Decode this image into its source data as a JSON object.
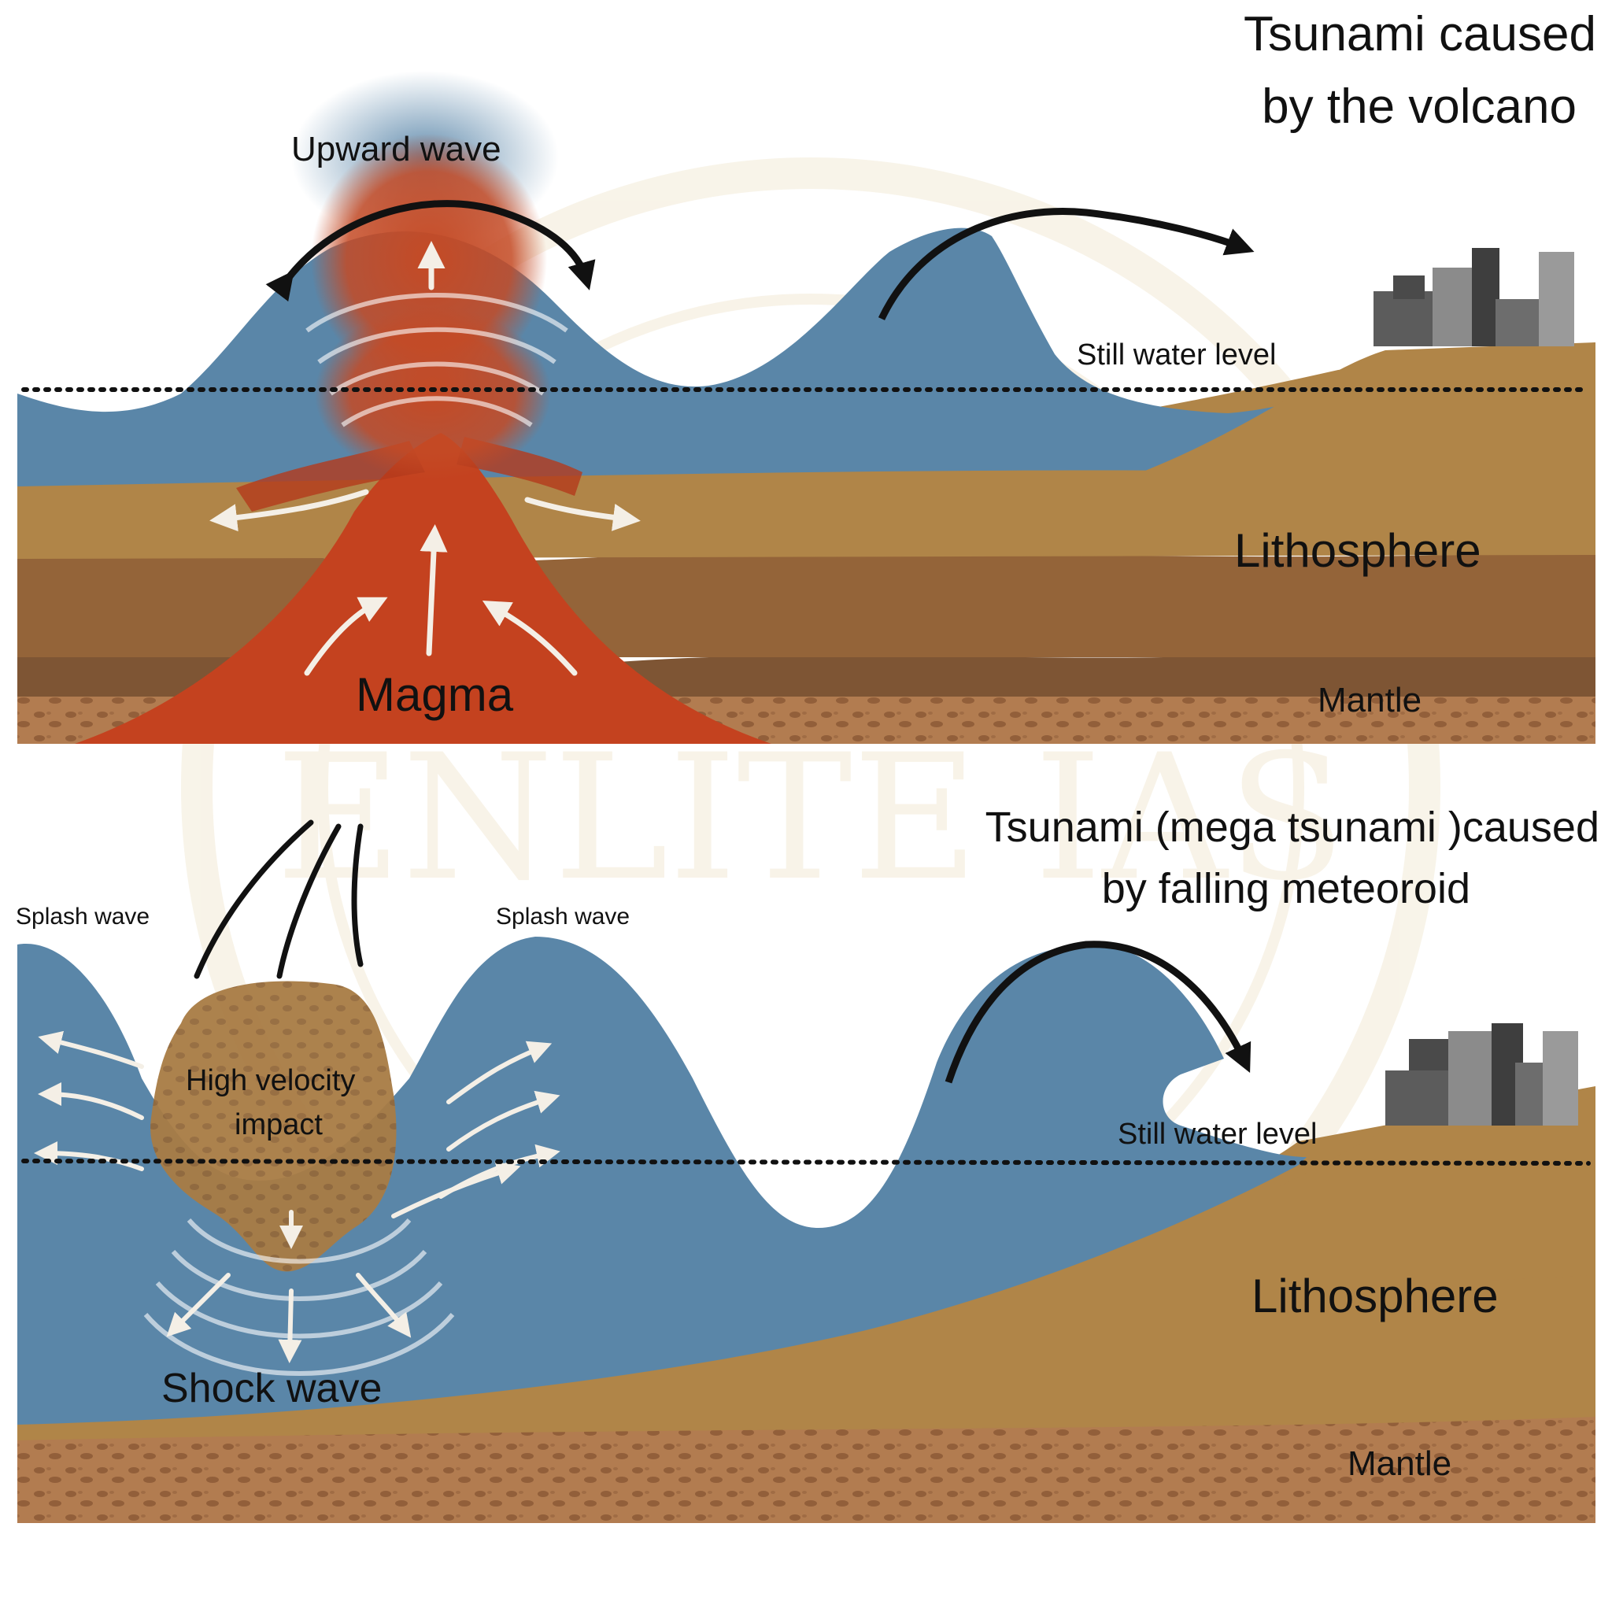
{
  "top_panel": {
    "title_line1": "Tsunami caused",
    "title_line2": "by the volcano",
    "upward_wave": "Upward wave",
    "still_water_level": "Still water level",
    "lithosphere": "Lithosphere",
    "mantle": "Mantle",
    "magma": "Magma"
  },
  "bottom_panel": {
    "title_line1": "Tsunami (mega tsunami )caused",
    "title_line2": "by falling meteoroid",
    "splash_wave_left": "Splash wave",
    "splash_wave_right": "Splash wave",
    "impact_line1": "High velocity",
    "impact_line2": "impact",
    "still_water_level": "Still water level",
    "shock_wave": "Shock wave",
    "lithosphere": "Lithosphere",
    "mantle": "Mantle"
  },
  "watermark": "ENLITE IAS",
  "colors": {
    "water": "#5a86a8",
    "water_light": "#7ea3bf",
    "crust_light": "#b48a4e",
    "crust_mid": "#9a6b3d",
    "crust_dark": "#7e5534",
    "mantle": "#b07a4f",
    "magma": "#c4421f",
    "city": "#5c5c5c"
  }
}
